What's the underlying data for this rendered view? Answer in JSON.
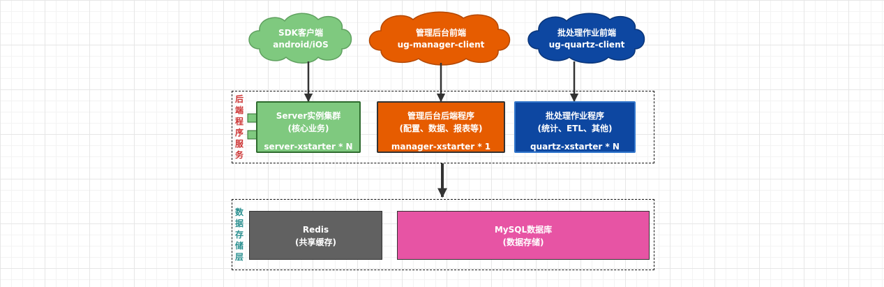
{
  "clients": [
    {
      "id": "sdk",
      "line1": "SDK客户端",
      "line2": "android/iOS",
      "color": "#7fc97f",
      "stroke": "#5fa05f"
    },
    {
      "id": "manager",
      "line1": "管理后台前端",
      "line2": "ug-manager-client",
      "color": "#e65c00",
      "stroke": "#b34700"
    },
    {
      "id": "quartz",
      "line1": "批处理作业前端",
      "line2": "ug-quartz-client",
      "color": "#0d47a1",
      "stroke": "#0a3578"
    }
  ],
  "backend_group": {
    "label": "后端程序服务",
    "label_color": "#cc3333",
    "services": [
      {
        "title": "Server实例集群",
        "subtitle": "(核心业务)",
        "artifact": "server-xstarter * N",
        "color": "#7fc97f",
        "stroke": "#2e6b2e"
      },
      {
        "title": "管理后台后端程序",
        "subtitle": "(配置、数据、报表等)",
        "artifact": "manager-xstarter * 1",
        "color": "#e65c00",
        "stroke": "#333333"
      },
      {
        "title": "批处理作业程序",
        "subtitle": "(统计、ETL、其他)",
        "artifact": "quartz-xstarter * N",
        "color": "#0d47a1",
        "stroke": "#3377cc"
      }
    ]
  },
  "storage_group": {
    "label": "数据存储层",
    "label_color": "#2a8f8f",
    "stores": [
      {
        "title": "Redis",
        "subtitle": "(共享缓存)",
        "color": "#616161",
        "stroke": "#333333"
      },
      {
        "title": "MySQL数据库",
        "subtitle": "(数据存储)",
        "color": "#e754a4",
        "stroke": "#333333"
      }
    ]
  },
  "arrow_color": "#333333"
}
